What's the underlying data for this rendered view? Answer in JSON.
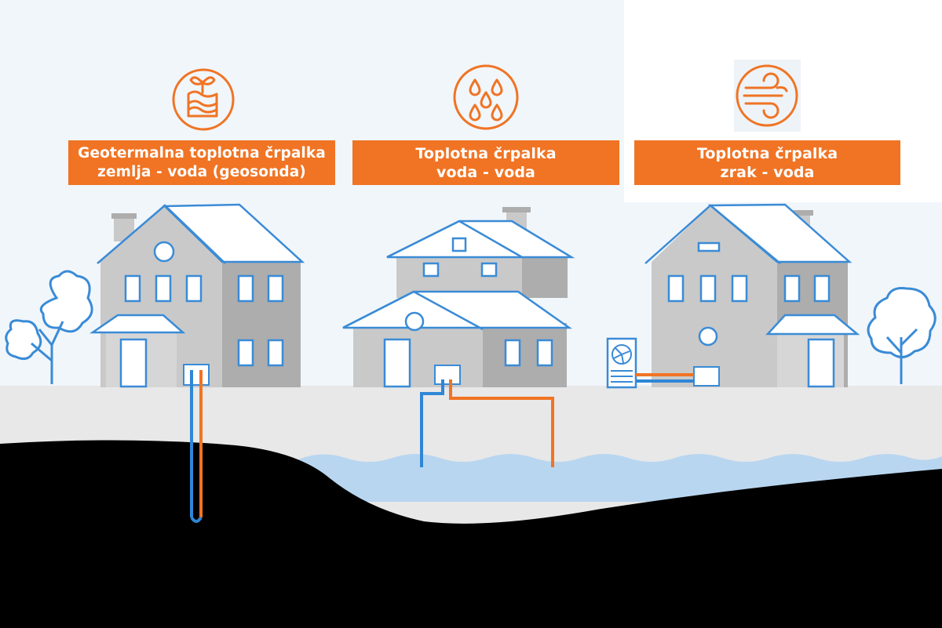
{
  "panels": [
    {
      "id": "geo",
      "line1": "Geotermalna toplotna črpalka",
      "line2": "zemlja - voda (geosonda)",
      "icon": "plant-soil-icon"
    },
    {
      "id": "water",
      "line1": "Toplotna črpalka",
      "line2": "voda - voda",
      "icon": "water-drops-icon"
    },
    {
      "id": "air",
      "line1": "Toplotna črpalka",
      "line2": "zrak - voda",
      "icon": "wind-icon"
    }
  ],
  "colors": {
    "accent": "#f07424",
    "pipe_cold": "#2f86d6",
    "pipe_hot": "#f07424",
    "house_outline": "#3a8bd6",
    "house_fill": "#c9c9c9",
    "house_shade": "#adadad",
    "ground_surface": "#e8e8e8",
    "underground": "#000000",
    "water": "#b9d6f0",
    "sky": "#f1f6fb"
  }
}
